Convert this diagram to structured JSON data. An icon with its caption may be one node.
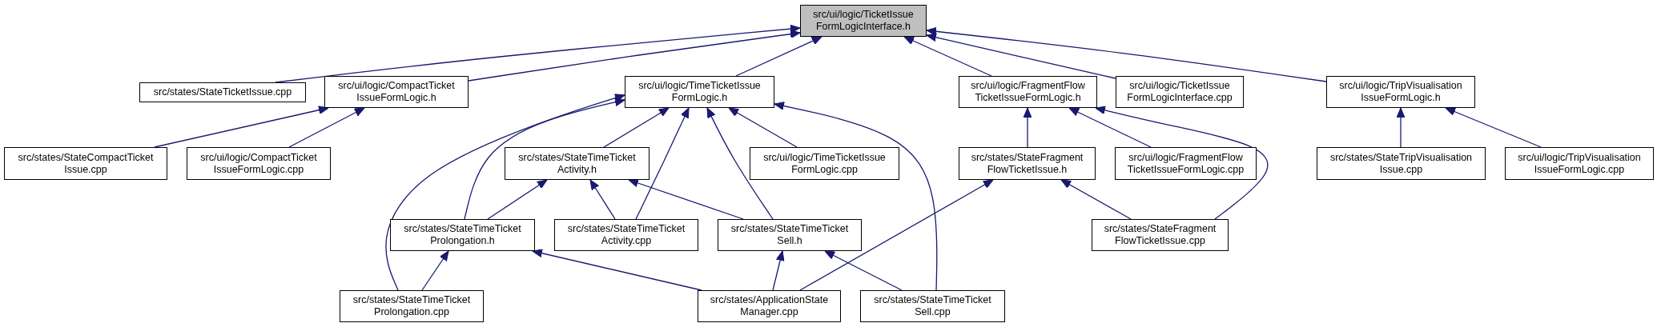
{
  "diagram": {
    "nodes": [
      {
        "text": [
          "src/ui/logic/TicketIssue FormLogicInterface.h"
        ]
      },
      {
        "text": [
          "src/states/StateTicketIssue.cpp"
        ]
      },
      {
        "text": [
          "src/ui/logic/CompactTicket IssueFormLogic.h"
        ]
      },
      {
        "text": [
          "src/ui/logic/TimeTicketIssue FormLogic.h"
        ]
      },
      {
        "text": [
          "src/ui/logic/FragmentFlow TicketIssueFormLogic.h"
        ]
      },
      {
        "text": [
          "src/ui/logic/TicketIssue FormLogicInterface.cpp"
        ]
      },
      {
        "text": [
          "src/ui/logic/TripVisualisation IssueFormLogic.h"
        ]
      },
      {
        "text": [
          "src/states/StateCompactTicket Issue.cpp"
        ]
      },
      {
        "text": [
          "src/ui/logic/CompactTicket IssueFormLogic.cpp"
        ]
      },
      {
        "text": [
          "src/states/StateTimeTicket Activity.h"
        ]
      },
      {
        "text": [
          "src/ui/logic/TimeTicketIssue FormLogic.cpp"
        ]
      },
      {
        "text": [
          "src/states/StateFragment FlowTicketIssue.h"
        ]
      },
      {
        "text": [
          "src/ui/logic/FragmentFlow TicketIssueFormLogic.cpp"
        ]
      },
      {
        "text": [
          "src/states/StateTripVisualisation Issue.cpp"
        ]
      },
      {
        "text": [
          "src/ui/logic/TripVisualisation IssueFormLogic.cpp"
        ]
      },
      {
        "text": [
          "src/states/StateTimeTicket Prolongation.h"
        ]
      },
      {
        "text": [
          "src/states/StateTimeTicket Activity.cpp"
        ]
      },
      {
        "text": [
          "src/states/StateTimeTicket Sell.h"
        ]
      },
      {
        "text": [
          "src/states/StateFragment FlowTicketIssue.cpp"
        ]
      },
      {
        "text": [
          "src/states/StateTimeTicket Prolongation.cpp"
        ]
      },
      {
        "text": [
          "src/states/ApplicationState Manager.cpp"
        ]
      },
      {
        "text": [
          "src/states/StateTimeTicket Sell.cpp"
        ]
      }
    ],
    "edges": [
      {
        "from": 1,
        "to": 0,
        "arrow": "to"
      },
      {
        "from": 2,
        "to": 0,
        "arrow": "to"
      },
      {
        "from": 3,
        "to": 0,
        "arrow": "to"
      },
      {
        "from": 4,
        "to": 0,
        "arrow": "to"
      },
      {
        "from": 5,
        "to": 0,
        "arrow": "to"
      },
      {
        "from": 6,
        "to": 0,
        "arrow": "to"
      },
      {
        "from": 7,
        "to": 2,
        "arrow": "to"
      },
      {
        "from": 8,
        "to": 2,
        "arrow": "to"
      },
      {
        "from": 9,
        "to": 3,
        "arrow": "to"
      },
      {
        "from": 10,
        "to": 3,
        "arrow": "to"
      },
      {
        "from": 15,
        "to": 3,
        "arrow": "to"
      },
      {
        "from": 19,
        "to": 3,
        "arrow": "to"
      },
      {
        "from": 16,
        "to": 3,
        "arrow": "to"
      },
      {
        "from": 17,
        "to": 3,
        "arrow": "to"
      },
      {
        "from": 21,
        "to": 3,
        "arrow": "to"
      },
      {
        "from": 15,
        "to": 9,
        "arrow": "to"
      },
      {
        "from": 16,
        "to": 9,
        "arrow": "to"
      },
      {
        "from": 17,
        "to": 9,
        "arrow": "to"
      },
      {
        "from": 19,
        "to": 15,
        "arrow": "to"
      },
      {
        "from": 20,
        "to": 15,
        "arrow": "to"
      },
      {
        "from": 20,
        "to": 17,
        "arrow": "to"
      },
      {
        "from": 21,
        "to": 17,
        "arrow": "to"
      },
      {
        "from": 11,
        "to": 4,
        "arrow": "to"
      },
      {
        "from": 12,
        "to": 4,
        "arrow": "to"
      },
      {
        "from": 18,
        "to": 4,
        "arrow": "to"
      },
      {
        "from": 20,
        "to": 11,
        "arrow": "to"
      },
      {
        "from": 18,
        "to": 11,
        "arrow": "to"
      },
      {
        "from": 13,
        "to": 6,
        "arrow": "to"
      },
      {
        "from": 14,
        "to": 6,
        "arrow": "to"
      }
    ]
  }
}
